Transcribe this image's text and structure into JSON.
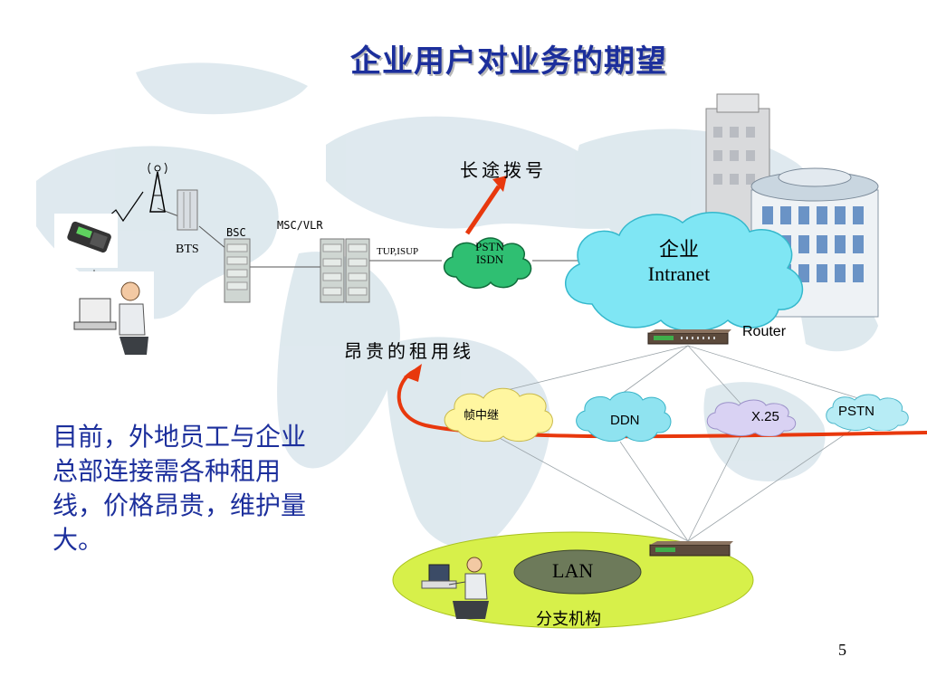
{
  "slide": {
    "title": "企业用户对业务的期望",
    "page_number": "5",
    "body_text": "目前，外地员工与企业总部连接需各种租用线，价格昂贵，维护量大。"
  },
  "diagram": {
    "bts_label": "BTS",
    "bsc_label": "BSC",
    "msc_label": "MSC/VLR",
    "link_label": "TUP,ISUP",
    "pstn_isdn_cloud": {
      "line1": "PSTN",
      "line2": "ISDN"
    },
    "long_distance_label": "长途拨号",
    "intranet_cloud": {
      "line1": "企业",
      "line2": "Intranet"
    },
    "router_label": "Router",
    "leased_line_label": "昂贵的租用线",
    "networks": [
      "帧中继",
      "DDN",
      "X.25",
      "PSTN"
    ],
    "lan_label": "LAN",
    "branch_label": "分支机构"
  },
  "colors": {
    "title": "#1c2f9c",
    "body_text": "#1c2f9c",
    "pstn_cloud": "#2fbf72",
    "intranet_cloud": "#7fe6f4",
    "frame_relay_cloud": "#fff6a0",
    "ddn_cloud": "#8fe3f0",
    "x25_cloud": "#d9d2f3",
    "pstn_box_cloud": "#b7ecf5",
    "branch_ellipse": "#d7f04a",
    "lan_ellipse": "#6d7a5a",
    "arrow": "#e8380d"
  }
}
